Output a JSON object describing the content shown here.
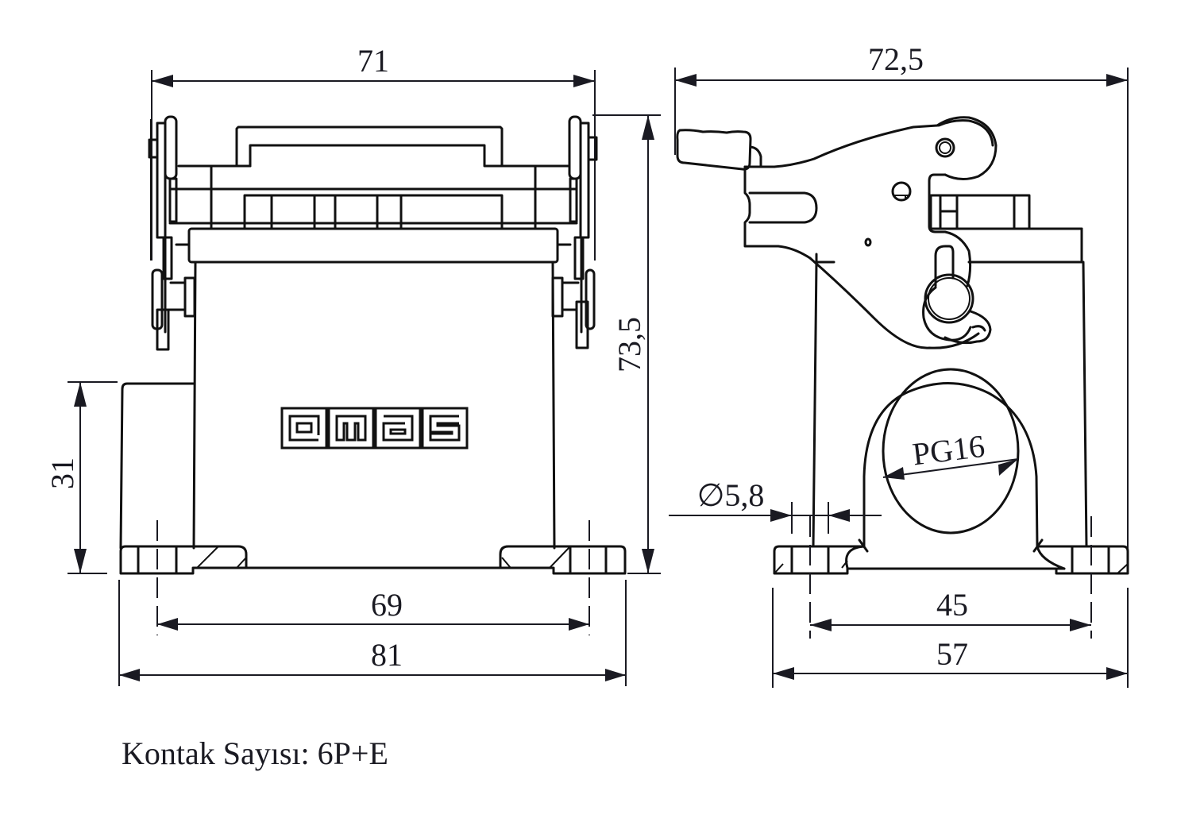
{
  "drawing": {
    "front_view": {
      "logo_text": "emas",
      "dimensions": {
        "overall_width_top": "71",
        "overall_height": "73,5",
        "side_height": "31",
        "hole_spacing": "69",
        "base_width": "81"
      }
    },
    "side_view": {
      "dimensions": {
        "overall_width_top": "72,5",
        "mounting_hole_diameter": "∅5,8",
        "cable_entry": "PG16",
        "hole_spacing": "45",
        "base_width": "57"
      }
    },
    "caption": "Kontak Sayısı: 6P+E"
  },
  "colors": {
    "line": "#111111",
    "text": "#1a1a22",
    "background": "#ffffff"
  }
}
